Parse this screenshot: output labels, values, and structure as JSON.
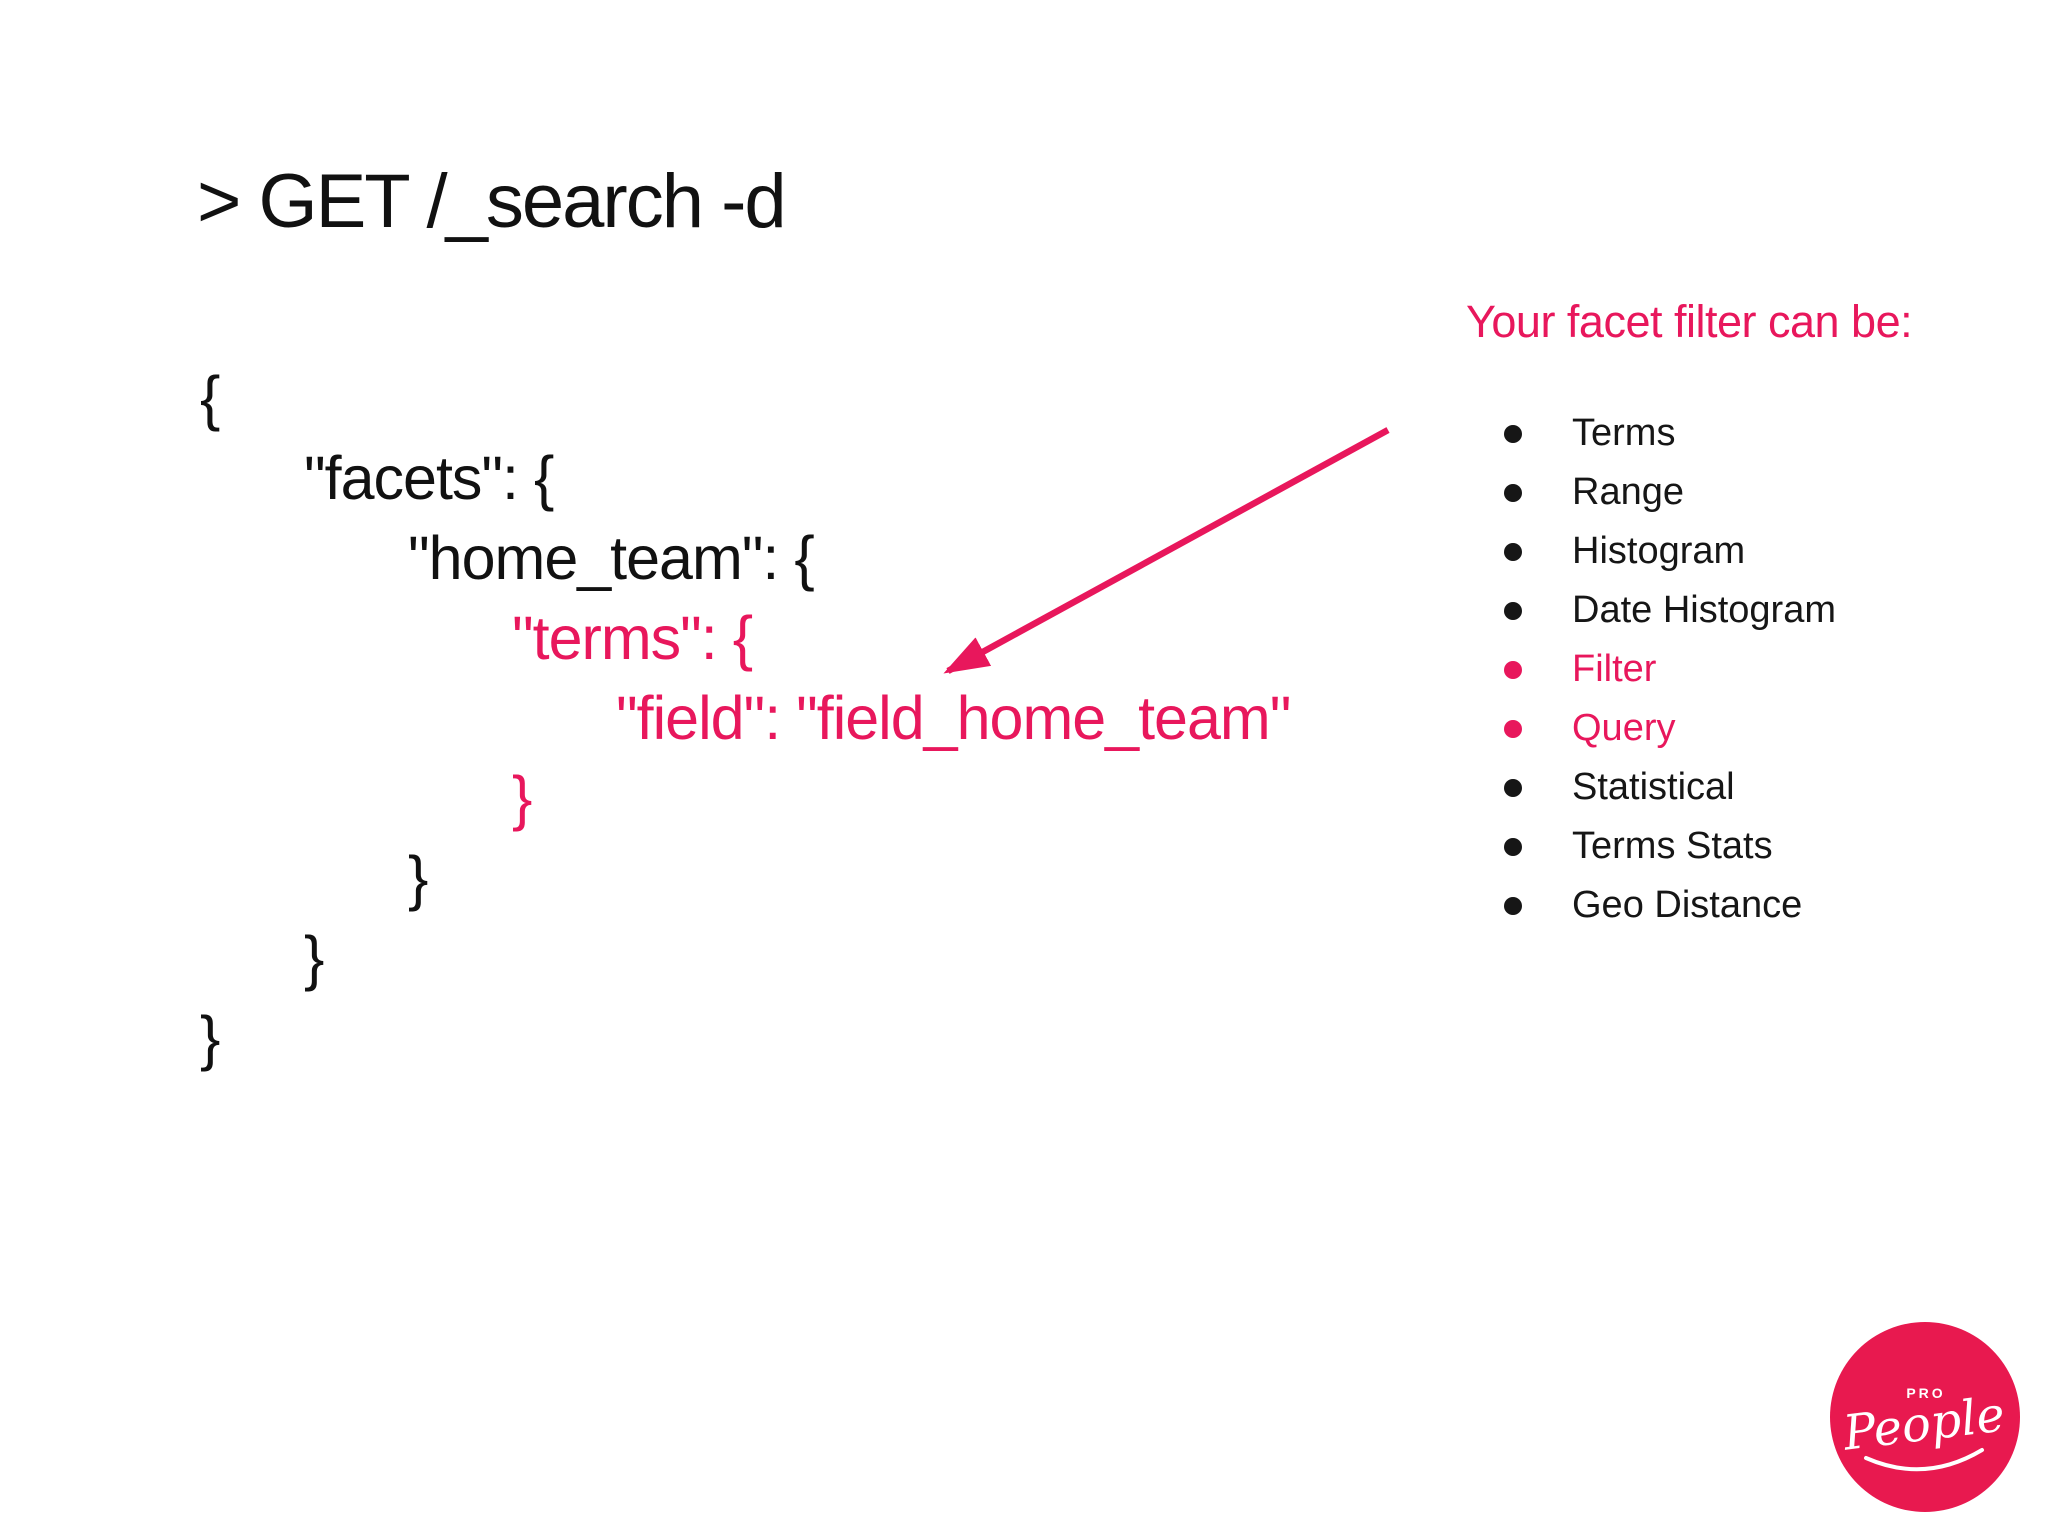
{
  "slide": {
    "title": "> GET /_search -d",
    "code": {
      "lines": [
        {
          "text": "{",
          "indent": 0,
          "highlight": false
        },
        {
          "text": "\"facets\": {",
          "indent": 1,
          "highlight": false
        },
        {
          "text": "\"home_team\": {",
          "indent": 2,
          "highlight": false
        },
        {
          "text": "\"terms\": {",
          "indent": 3,
          "highlight": true
        },
        {
          "text": "\"field\": \"field_home_team\"",
          "indent": 4,
          "highlight": true
        },
        {
          "text": "}",
          "indent": 3,
          "highlight": true
        },
        {
          "text": "}",
          "indent": 2,
          "highlight": false
        },
        {
          "text": "}",
          "indent": 1,
          "highlight": false
        },
        {
          "text": "}",
          "indent": 0,
          "highlight": false
        }
      ]
    },
    "annotation_arrow": {
      "description": "arrow pointing from facet type list to the terms facet in the code"
    },
    "panel": {
      "heading": "Your facet filter can be:",
      "items": [
        {
          "label": "Terms",
          "highlight": false
        },
        {
          "label": "Range",
          "highlight": false
        },
        {
          "label": "Histogram",
          "highlight": false
        },
        {
          "label": "Date Histogram",
          "highlight": false
        },
        {
          "label": "Filter",
          "highlight": true
        },
        {
          "label": "Query",
          "highlight": true
        },
        {
          "label": "Statistical",
          "highlight": false
        },
        {
          "label": "Terms Stats",
          "highlight": false
        },
        {
          "label": "Geo Distance",
          "highlight": false
        }
      ]
    },
    "logo": {
      "brand_script": "People",
      "brand_small": "PRO"
    },
    "colors": {
      "accent_pink": "#e8175c",
      "logo_pink": "#e8194f",
      "text_black": "#111111",
      "background": "#ffffff"
    }
  }
}
